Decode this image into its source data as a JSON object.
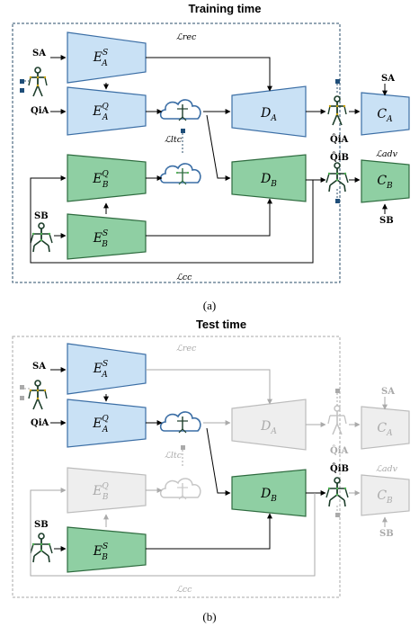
{
  "panel_a": {
    "title": "Training time",
    "caption": "(a)",
    "losses": {
      "rec": "ℒrec",
      "ltc": "ℒltc",
      "cc": "ℒcc",
      "adv": "ℒadv"
    },
    "encoders": {
      "e_s_a": {
        "base": "E",
        "sup": "S",
        "sub": "A"
      },
      "e_q_a": {
        "base": "E",
        "sup": "Q",
        "sub": "A"
      },
      "e_q_b": {
        "base": "E",
        "sup": "Q",
        "sub": "B"
      },
      "e_s_b": {
        "base": "E",
        "sup": "S",
        "sub": "B"
      }
    },
    "decoders": {
      "d_a": {
        "base": "D",
        "sub": "A"
      },
      "d_b": {
        "base": "D",
        "sub": "B"
      }
    },
    "critics": {
      "c_a": {
        "base": "C",
        "sub": "A"
      },
      "c_b": {
        "base": "C",
        "sub": "B"
      }
    },
    "inputs": {
      "s_a": "SA",
      "q_a": "QiA",
      "s_b": "SB"
    },
    "outputs": {
      "q_a_hat": "Q̂iA",
      "q_b_hat": "Q̂iB",
      "s_a_c": "SA",
      "s_b_c": "SB"
    }
  },
  "panel_b": {
    "title": "Test time",
    "caption": "(b)",
    "losses": {
      "rec": "ℒrec",
      "ltc": "ℒltc",
      "cc": "ℒcc",
      "adv": "ℒadv"
    },
    "encoders": {
      "e_s_a": {
        "base": "E",
        "sup": "S",
        "sub": "A"
      },
      "e_q_a": {
        "base": "E",
        "sup": "Q",
        "sub": "A"
      },
      "e_q_b": {
        "base": "E",
        "sup": "Q",
        "sub": "B"
      },
      "e_s_b": {
        "base": "E",
        "sup": "S",
        "sub": "B"
      }
    },
    "decoders": {
      "d_a": {
        "base": "D",
        "sub": "A"
      },
      "d_b": {
        "base": "D",
        "sub": "B"
      }
    },
    "critics": {
      "c_a": {
        "base": "C",
        "sub": "A"
      },
      "c_b": {
        "base": "C",
        "sub": "B"
      }
    },
    "inputs": {
      "s_a": "SA",
      "q_a": "QiA",
      "s_b": "SB"
    },
    "outputs": {
      "q_a_hat": "Q̂iA",
      "q_b_hat": "Q̂iB",
      "s_a_c": "SA",
      "s_b_c": "SB"
    }
  },
  "colors": {
    "blue_fill": "#c9e1f5",
    "blue_stroke": "#3b6ea5",
    "green_fill": "#8fcfa3",
    "green_stroke": "#2e6b3f",
    "gray_fill": "#eeeeee",
    "gray_stroke": "#bcbcbc",
    "dashed_box": "#2a4d69",
    "skeleton": "#1c3d2a",
    "node": "#1f4e79"
  }
}
